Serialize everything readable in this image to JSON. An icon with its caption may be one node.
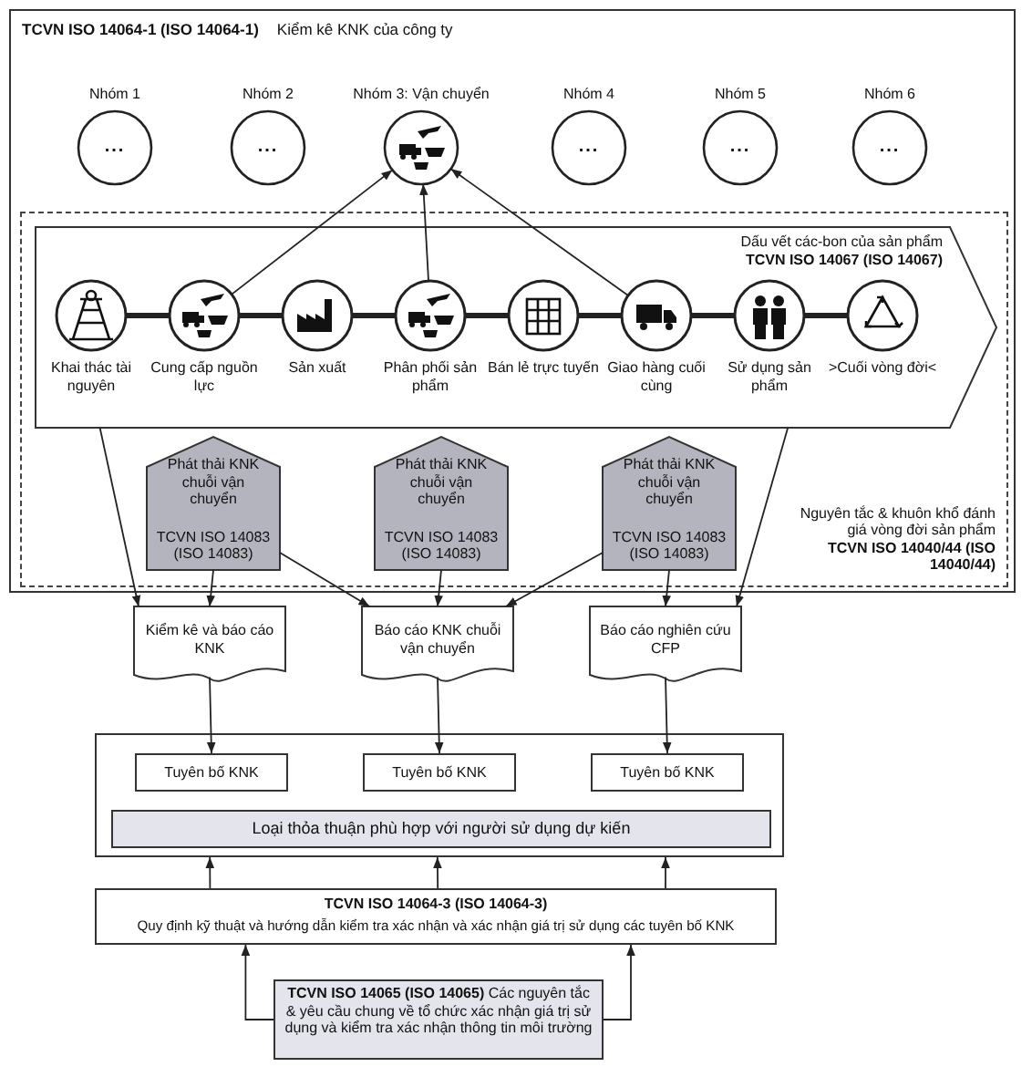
{
  "diagram": {
    "nodes": [
      {
        "text": [
          "TCVN ISO 14064-1 (ISO 14064-1)",
          "Kiểm kê KNK của công ty"
        ]
      },
      {
        "text": [
          "Nhóm 1",
          "..."
        ],
        "in": 0
      },
      {
        "text": [
          "Nhóm 2",
          "..."
        ],
        "in": 0
      },
      {
        "text": [
          "Nhóm 3: Vận chuyển"
        ],
        "in": 0
      },
      {
        "text": [
          "Nhóm 4",
          "..."
        ],
        "in": 0
      },
      {
        "text": [
          "Nhóm 5",
          "..."
        ],
        "in": 0
      },
      {
        "text": [
          "Nhóm 6",
          "..."
        ],
        "in": 0
      },
      {
        "text": [
          "Nguyên tắc & khuôn khổ đánh giá vòng đời sản phẩm",
          "TCVN ISO 14040/44 (ISO 14040/44)"
        ],
        "in": 0
      },
      {
        "text": [
          "Dấu vết các-bon của sản phẩm",
          "TCVN ISO 14067 (ISO 14067)"
        ],
        "in": 7
      },
      {
        "text": [
          "Khai thác tài nguyên"
        ],
        "in": 8
      },
      {
        "text": [
          "Cung cấp nguồn lực"
        ],
        "in": 8
      },
      {
        "text": [
          "Sản xuất"
        ],
        "in": 8
      },
      {
        "text": [
          "Phân phối sản phẩm"
        ],
        "in": 8
      },
      {
        "text": [
          "Bán lẻ trực tuyến"
        ],
        "in": 8
      },
      {
        "text": [
          "Giao hàng cuối cùng"
        ],
        "in": 8
      },
      {
        "text": [
          "Sử dụng sản phẩm"
        ],
        "in": 8
      },
      {
        "text": [
          ">Cuối vòng đời<"
        ],
        "in": 8
      },
      {
        "text": [
          "Phát thải KNK chuỗi vận chuyển",
          "TCVN ISO 14083 (ISO 14083)"
        ],
        "in": 7
      },
      {
        "text": [
          "Phát thải KNK chuỗi vận chuyển",
          "TCVN ISO 14083 (ISO 14083)"
        ],
        "in": 7
      },
      {
        "text": [
          "Phát thải KNK chuỗi vận chuyển",
          "TCVN ISO 14083 (ISO 14083)"
        ],
        "in": 7
      },
      {
        "text": [
          "Kiểm kê và báo cáo KNK"
        ]
      },
      {
        "text": [
          "Báo cáo KNK chuỗi vận chuyển"
        ]
      },
      {
        "text": [
          "Báo cáo nghiên cứu CFP"
        ]
      },
      {
        "text": [],
        "shape": "box"
      },
      {
        "text": [
          "Tuyên bố KNK"
        ],
        "in": 23
      },
      {
        "text": [
          "Tuyên bố KNK"
        ],
        "in": 23
      },
      {
        "text": [
          "Tuyên bố KNK"
        ],
        "in": 23
      },
      {
        "text": [
          "Loại thỏa thuận phù hợp với người sử dụng dự kiến"
        ],
        "in": 23
      },
      {
        "text": [
          "TCVN ISO 14064-3 (ISO 14064-3)",
          "Quy định kỹ thuật và hướng dẫn kiểm tra xác nhận và xác nhận giá trị sử dụng các tuyên bố KNK"
        ]
      },
      {
        "text": [
          "**TCVN ISO 14065 (ISO 14065)** Các nguyên tắc & yêu cầu chung về tổ chức xác nhận giá trị sử dụng và kiểm tra xác nhận thông tin môi trường"
        ]
      }
    ],
    "edges": [
      {
        "from": 9,
        "to": 10,
        "arrow": "none",
        "style": "thick"
      },
      {
        "from": 10,
        "to": 11,
        "arrow": "none",
        "style": "thick"
      },
      {
        "from": 11,
        "to": 12,
        "arrow": "none",
        "style": "thick"
      },
      {
        "from": 12,
        "to": 13,
        "arrow": "none",
        "style": "thick"
      },
      {
        "from": 13,
        "to": 14,
        "arrow": "none",
        "style": "thick"
      },
      {
        "from": 14,
        "to": 15,
        "arrow": "none",
        "style": "thick"
      },
      {
        "from": 15,
        "to": 16,
        "arrow": "none",
        "style": "thick"
      },
      {
        "from": 10,
        "to": 3,
        "arrow": "to"
      },
      {
        "from": 12,
        "to": 3,
        "arrow": "to"
      },
      {
        "from": 14,
        "to": 3,
        "arrow": "to"
      },
      {
        "from": 8,
        "to": 20,
        "arrow": "to"
      },
      {
        "from": 17,
        "to": 20,
        "arrow": "to"
      },
      {
        "from": 17,
        "to": 21,
        "arrow": "to"
      },
      {
        "from": 18,
        "to": 21,
        "arrow": "to"
      },
      {
        "from": 19,
        "to": 21,
        "arrow": "to"
      },
      {
        "from": 19,
        "to": 22,
        "arrow": "to"
      },
      {
        "from": 8,
        "to": 22,
        "arrow": "to"
      },
      {
        "from": 20,
        "to": 24,
        "arrow": "to"
      },
      {
        "from": 21,
        "to": 25,
        "arrow": "to"
      },
      {
        "from": 22,
        "to": 26,
        "arrow": "to"
      },
      {
        "from": 28,
        "to": 23,
        "arrow": "to"
      },
      {
        "from": 28,
        "to": 23,
        "arrow": "to"
      },
      {
        "from": 28,
        "to": 23,
        "arrow": "to"
      },
      {
        "from": 29,
        "to": 28,
        "arrow": "to"
      },
      {
        "from": 29,
        "to": 28,
        "arrow": "to"
      }
    ]
  }
}
